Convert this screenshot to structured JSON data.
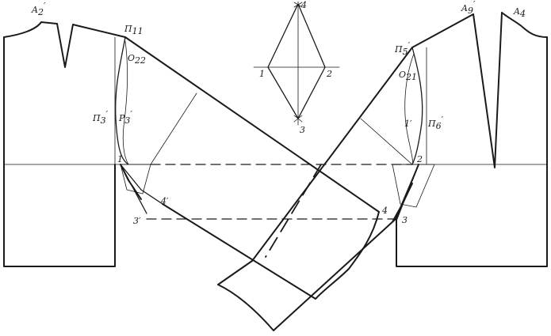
{
  "labels": {
    "A2p": "A",
    "A2p_sub": "2",
    "A2p_prime": "′",
    "P11": "П",
    "P11_sub": "11",
    "O22": "О",
    "O22_sub": "22",
    "P3p": "П",
    "P3p_sub": "3",
    "P3p_prime": "′",
    "R3p": "Р",
    "R3p_sub": "3",
    "R3p_prime": "′",
    "n1": "1",
    "n4p": "4′",
    "n3p": "3′",
    "A9p": "A",
    "A9p_sub": "9",
    "A9p_prime": "′",
    "A4": "A",
    "A4_sub": "4",
    "P5p": "П",
    "P5p_sub": "5",
    "P5p_prime": "′",
    "O21": "О",
    "O21_sub": "21",
    "n1pp": "1′",
    "P6p": "П",
    "P6p_sub": "6",
    "P6p_prime": "′",
    "n2": "2",
    "n4": "4",
    "n3": "3",
    "r4": "4",
    "r1": "1",
    "r2": "2",
    "r3": "3"
  },
  "colors": {
    "ink": "#1a1a1a",
    "paper": "#ffffff"
  }
}
